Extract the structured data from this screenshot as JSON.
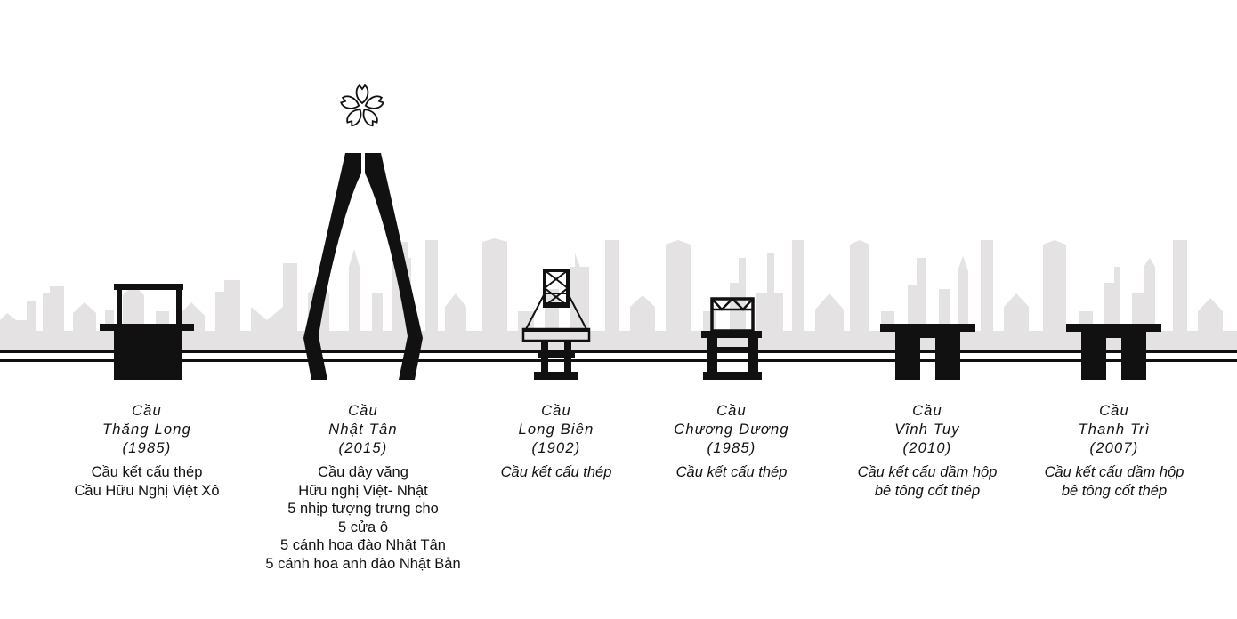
{
  "bridges": [
    {
      "id": "thang-long",
      "title": [
        "Cầu",
        "Thăng Long",
        "(1985)"
      ],
      "description": [
        "Cầu kết cấu thép",
        "Cầu Hữu Nghị Việt Xô"
      ],
      "description_italic": false
    },
    {
      "id": "nhat-tan",
      "title": [
        "Cầu",
        "Nhật Tân",
        "(2015)"
      ],
      "description": [
        "Cầu dây văng",
        "Hữu nghị Việt- Nhật",
        "5 nhịp tượng trưng cho",
        "5 cửa ô",
        "5 cánh hoa đào Nhật Tân",
        "5 cánh hoa anh đào Nhật Bản"
      ],
      "description_italic": false
    },
    {
      "id": "long-bien",
      "title": [
        "Cầu",
        "Long Biên",
        "(1902)"
      ],
      "description": [
        "Cầu kết cấu thép"
      ],
      "description_italic": true
    },
    {
      "id": "chuong-duong",
      "title": [
        "Cầu",
        "Chương Dương",
        "(1985)"
      ],
      "description": [
        "Cầu kết cấu thép"
      ],
      "description_italic": true
    },
    {
      "id": "vinh-tuy",
      "title": [
        "Cầu",
        "Vĩnh Tuy",
        "(2010)"
      ],
      "description": [
        "Cầu kết cấu dầm hộp",
        "bê tông cốt thép"
      ],
      "description_italic": true
    },
    {
      "id": "thanh-tri",
      "title": [
        "Cầu",
        "Thanh Trì",
        "(2007)"
      ],
      "description": [
        "Cầu kết cấu dầm hộp",
        "bê tông cốt thép"
      ],
      "description_italic": true
    }
  ],
  "colors": {
    "skyline": "#e4e2e2",
    "structure": "#111111",
    "background": "#ffffff"
  },
  "icons": [
    "cherry-blossom-icon"
  ]
}
